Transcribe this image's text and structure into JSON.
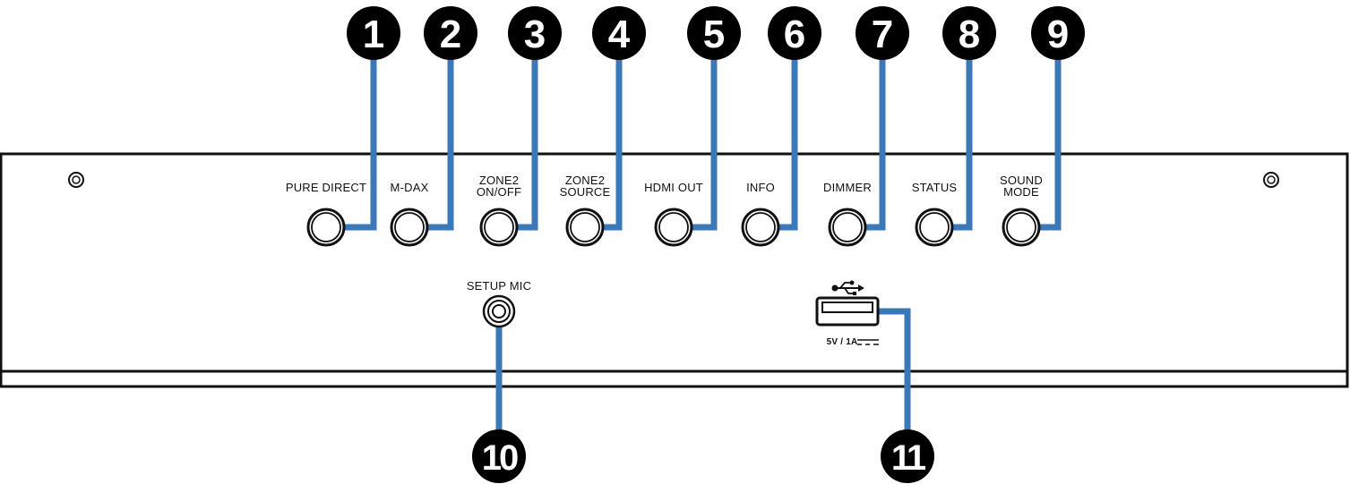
{
  "buttons": [
    {
      "number": "1",
      "label": [
        "PURE DIRECT"
      ]
    },
    {
      "number": "2",
      "label": [
        "M-DAX"
      ]
    },
    {
      "number": "3",
      "label": [
        "ZONE2",
        "ON/OFF"
      ]
    },
    {
      "number": "4",
      "label": [
        "ZONE2",
        "SOURCE"
      ]
    },
    {
      "number": "5",
      "label": [
        "HDMI OUT"
      ]
    },
    {
      "number": "6",
      "label": [
        "INFO"
      ]
    },
    {
      "number": "7",
      "label": [
        "DIMMER"
      ]
    },
    {
      "number": "8",
      "label": [
        "STATUS"
      ]
    },
    {
      "number": "9",
      "label": [
        "SOUND",
        "MODE"
      ]
    }
  ],
  "setup_mic": {
    "number": "10",
    "label": "SETUP MIC"
  },
  "usb_port": {
    "number": "11",
    "rating": "5V / 1A",
    "icon": "usb-icon"
  },
  "colors": {
    "leader": "#3a78b8",
    "ink": "#111111",
    "callout_bg": "#000000",
    "panel_bg": "#ffffff"
  }
}
